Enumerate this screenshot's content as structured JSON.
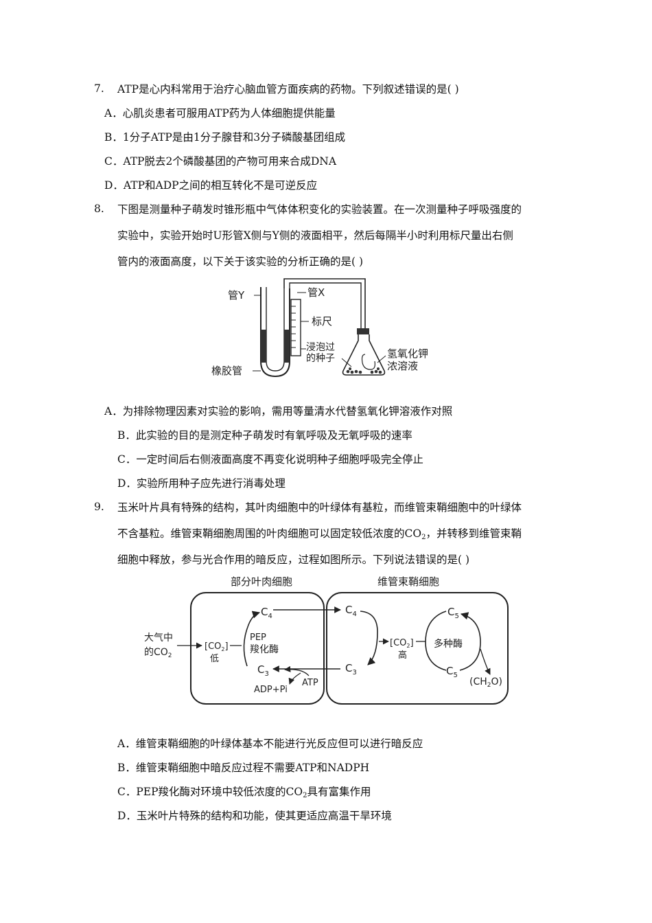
{
  "q7": {
    "num": "7.",
    "stem": "ATP是心内科常用于治疗心脑血管方面疾病的药物。下列叙述错误的是(    )",
    "options": [
      "A．心肌炎患者可服用ATP药为人体细胞提供能量",
      "B．1分子ATP是由1分子腺苷和3分子磷酸基团组成",
      "C．ATP脱去2个磷酸基团的产物可用来合成DNA",
      "D．ATP和ADP之间的相互转化不是可逆反应"
    ]
  },
  "q8": {
    "num": "8.",
    "stem_lines": [
      "下图是测量种子萌发时锥形瓶中气体体积变化的实验装置。在一次测量种子呼吸强度的",
      "实验中，实验开始时U形管X侧与Y侧的液面相平，然后每隔半小时利用标尺量出右侧",
      "管内的液面高度，以下关于该实验的分析正确的是(    )"
    ],
    "figure": {
      "tube_y": "管Y",
      "tube_x": "管X",
      "ruler": "标尺",
      "seeds_1": "浸泡过",
      "seeds_2": "的种子",
      "koh_1": "氢氧化钾",
      "koh_2": "浓溶液",
      "rubber": "橡胶管"
    },
    "options": [
      "A．为排除物理因素对实验的影响，需用等量清水代替氢氧化钾溶液作对照",
      "B．此实验的目的是测定种子萌发时有氧呼吸及无氧呼吸的速率",
      "C．一定时间后右侧液面高度不再变化说明种子细胞呼吸完全停止",
      "D．实验所用种子应先进行消毒处理"
    ]
  },
  "q9": {
    "num": "9.",
    "stem_line1": "玉米叶片具有特殊的结构，其叶肉细胞中的叶绿体有基粒，而维管束鞘细胞中的叶绿体",
    "stem_line2_a": "不含基粒。维管束鞘细胞周围的叶肉细胞可以固定较低浓度的CO",
    "stem_line2_sub": "2",
    "stem_line2_b": "，并转移到维管束鞘",
    "stem_line3": "细胞中释放，参与光合作用的暗反应，过程如图所示。下列说法错误的是(    )",
    "figure": {
      "mesophyll": "部分叶肉细胞",
      "bundle": "维管束鞘细胞",
      "air_1": "大气中",
      "air_2": "的CO",
      "co2": "[CO",
      "co2_end": "]",
      "low": "低",
      "high": "高",
      "c4": "C",
      "sub4": "4",
      "c3": "C",
      "sub3": "3",
      "c5": "C",
      "sub5": "5",
      "pep_1": "PEP",
      "pep_2": "羧化酶",
      "enzymes": "多种酶",
      "adp": "ADP+Pi",
      "atp": "ATP",
      "ch2o": "(CH",
      "ch2o_end": "O)",
      "two": "2"
    },
    "options": {
      "a": "A．维管束鞘细胞的叶绿体基本不能进行光反应但可以进行暗反应",
      "b": "B．维管束鞘细胞中暗反应过程不需要ATP和NADPH",
      "c_a": "C．PEP羧化酶对环境中较低浓度的CO",
      "c_sub": "2",
      "c_b": "具有富集作用",
      "d": "D．玉米叶片特殊的结构和功能，使其更适应高温干旱环境"
    }
  }
}
